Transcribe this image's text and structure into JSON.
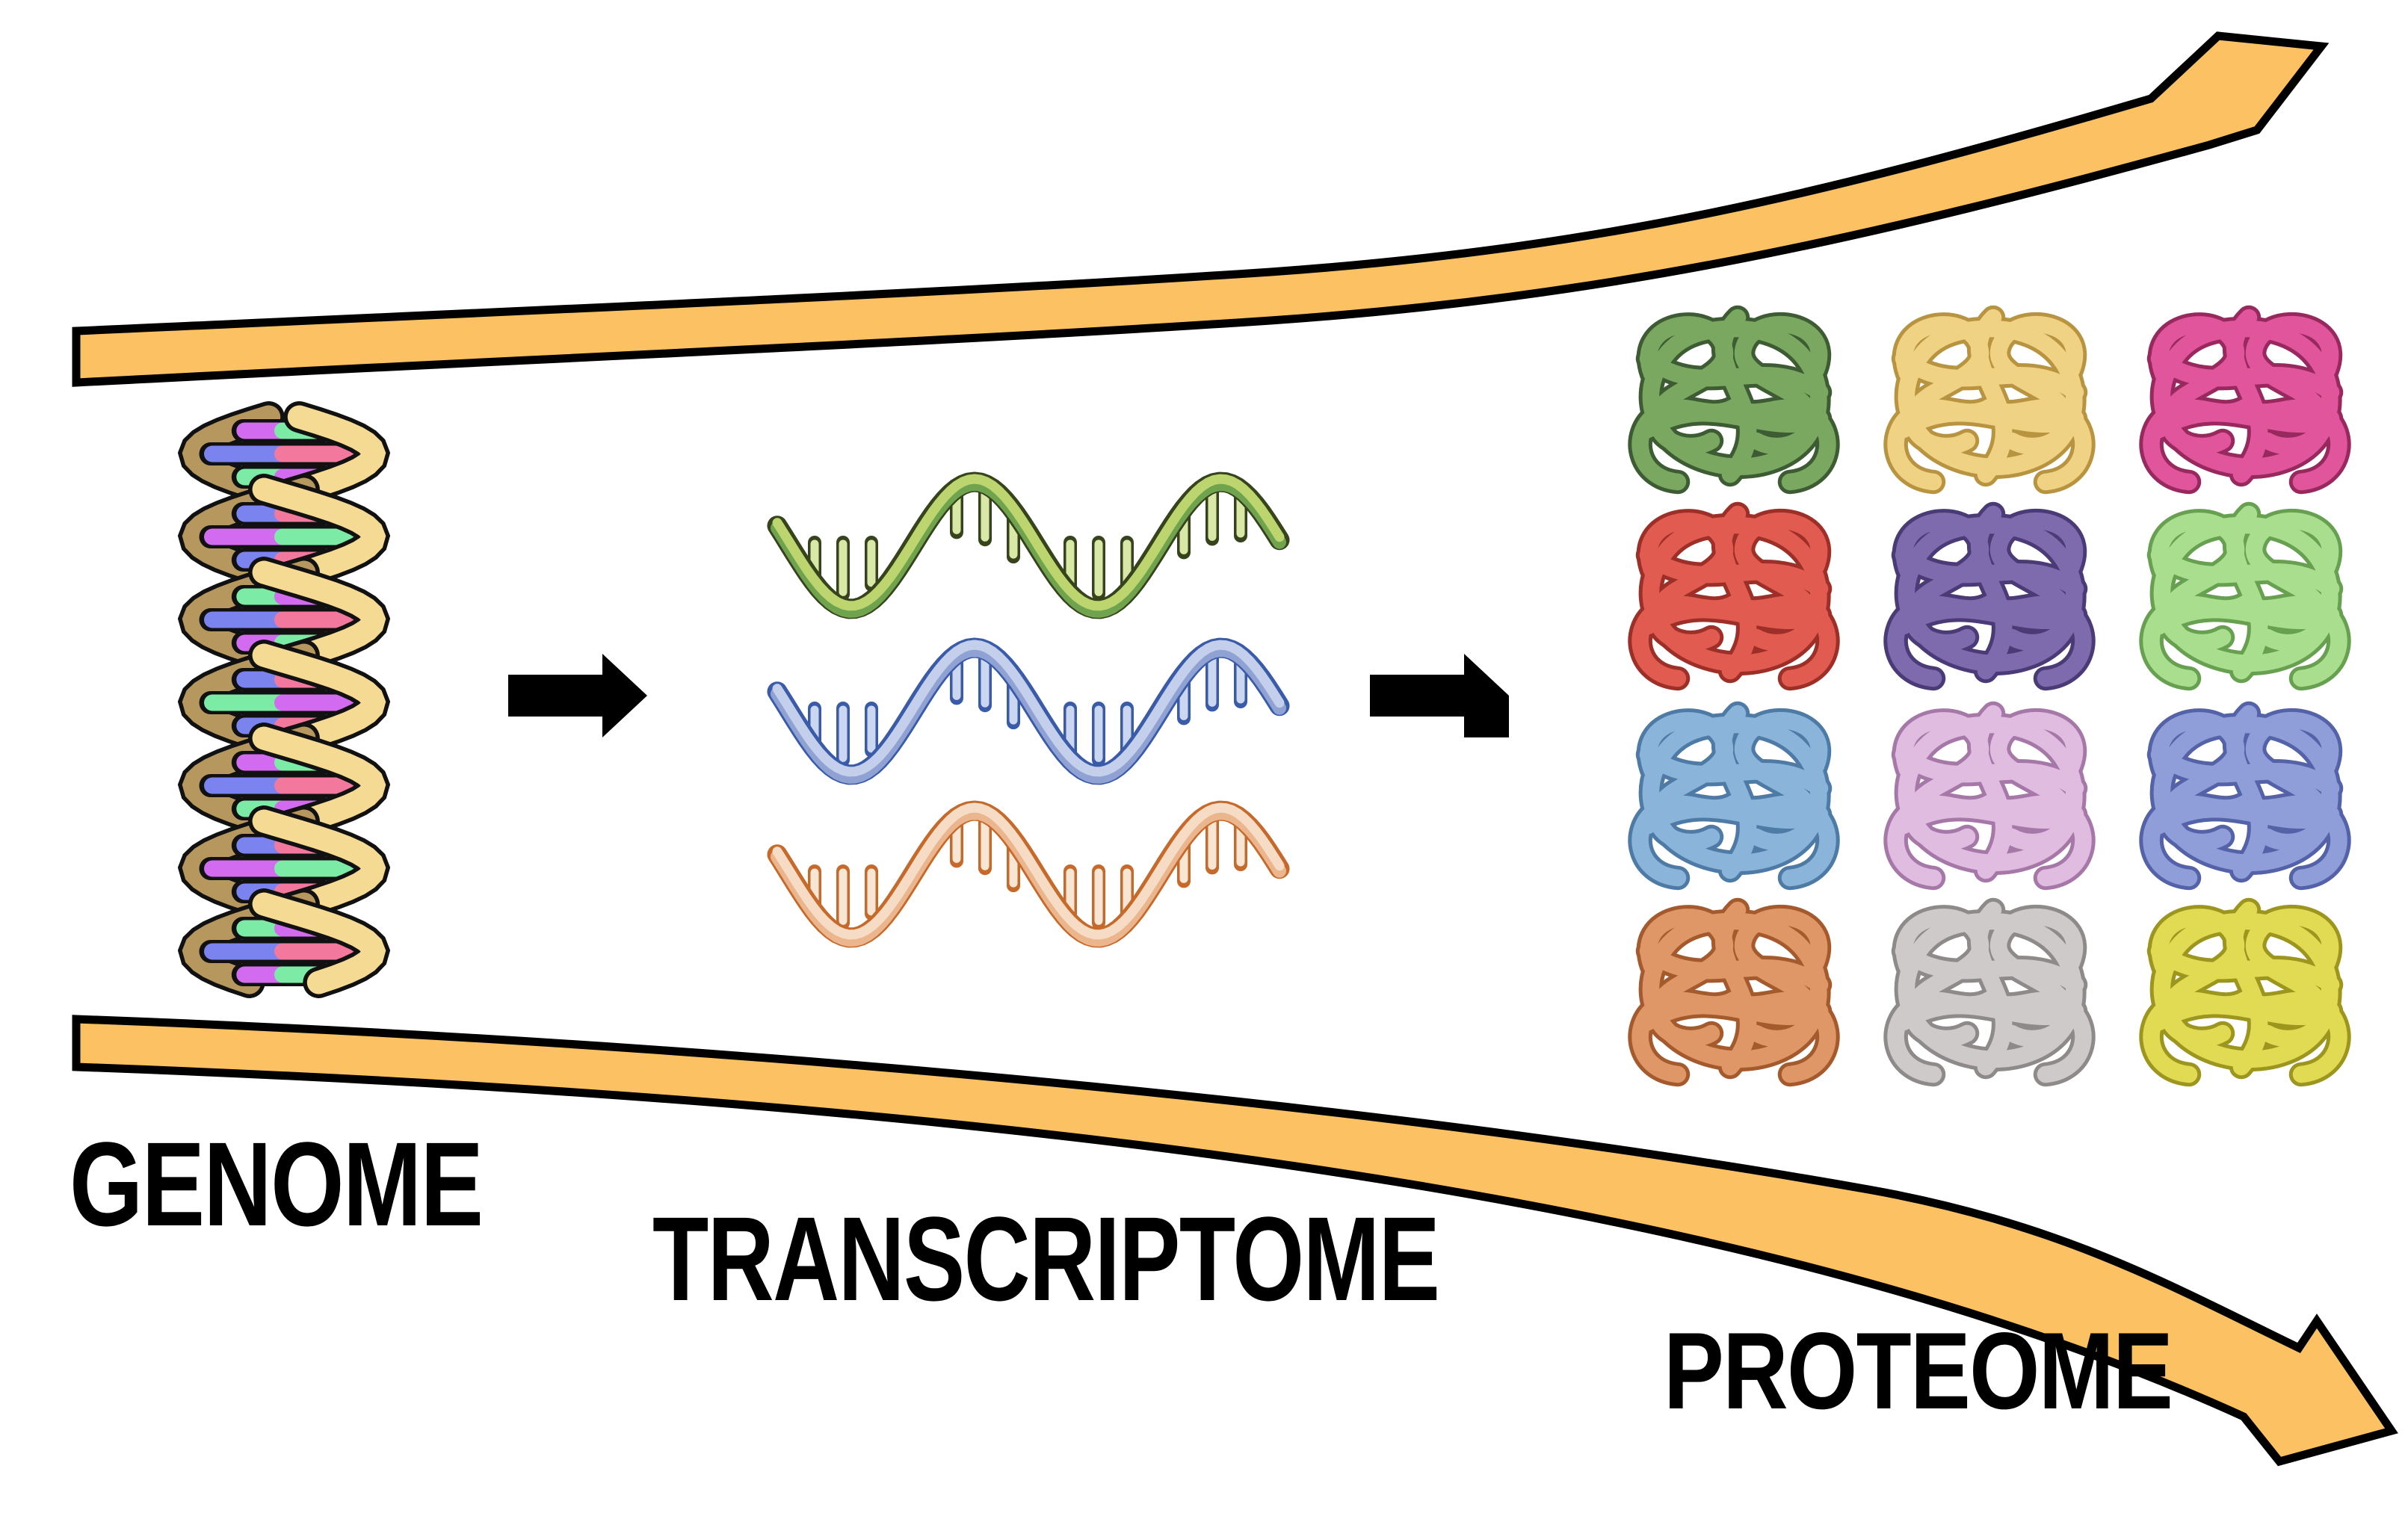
{
  "stages": [
    {
      "id": "genome",
      "label": "GENOME"
    },
    {
      "id": "transcriptome",
      "label": "TRANSCRIPTOME"
    },
    {
      "id": "proteome",
      "label": "PROTEOME"
    }
  ],
  "expansion_arrows": {
    "fill": "#FBC162",
    "outline": "#000000",
    "count": 2
  },
  "flow_arrows": {
    "color": "#000000",
    "count": 2
  },
  "dna": {
    "strand_front": "#F5DA94",
    "strand_back": "#B6975E",
    "outline": "#111111",
    "base_colors": {
      "purple": "#D36BF0",
      "green": "#7CEBA6",
      "blue": "#7B83EE",
      "pink": "#F2799D"
    },
    "rung_pattern": [
      [
        "purple",
        "green"
      ],
      [
        "blue",
        "pink"
      ],
      [
        "green",
        "purple"
      ],
      [
        "blue",
        "pink"
      ]
    ]
  },
  "rna_strands": [
    {
      "name": "green",
      "ribbon": "#BCD56F",
      "shade": "#6FA34D",
      "outline": "#37431C",
      "tooth_fill": "#D9E8A6",
      "tooth_outline": "#37431C"
    },
    {
      "name": "blue",
      "ribbon": "#C4CFEC",
      "shade": "#8FA2D3",
      "outline": "#3A5BA8",
      "tooth_fill": "#CBD6F0",
      "tooth_outline": "#3A5BA8"
    },
    {
      "name": "orange",
      "ribbon": "#F6DCC4",
      "shade": "#EBB68E",
      "outline": "#C66A2B",
      "tooth_fill": "#F8E6D4",
      "tooth_outline": "#C66A2B"
    }
  ],
  "protein_grid": {
    "rows": 4,
    "cols": 3,
    "colors": [
      [
        {
          "main": "#7BA861",
          "dark": "#3E5C33"
        },
        {
          "main": "#EFD284",
          "dark": "#B89441"
        },
        {
          "main": "#E0559B",
          "dark": "#97295F"
        }
      ],
      [
        {
          "main": "#E25B51",
          "dark": "#9C2F27"
        },
        {
          "main": "#7E6BAE",
          "dark": "#4A3A75"
        },
        {
          "main": "#A9DE8E",
          "dark": "#67A050"
        }
      ],
      [
        {
          "main": "#8AB4DA",
          "dark": "#4E7BA6"
        },
        {
          "main": "#DFBCE0",
          "dark": "#A678A8"
        },
        {
          "main": "#8F9ED9",
          "dark": "#5463A8"
        }
      ],
      [
        {
          "main": "#E09767",
          "dark": "#A55A2E"
        },
        {
          "main": "#CECAC9",
          "dark": "#8E8A89"
        },
        {
          "main": "#E1DB53",
          "dark": "#9C961F"
        }
      ]
    ]
  }
}
